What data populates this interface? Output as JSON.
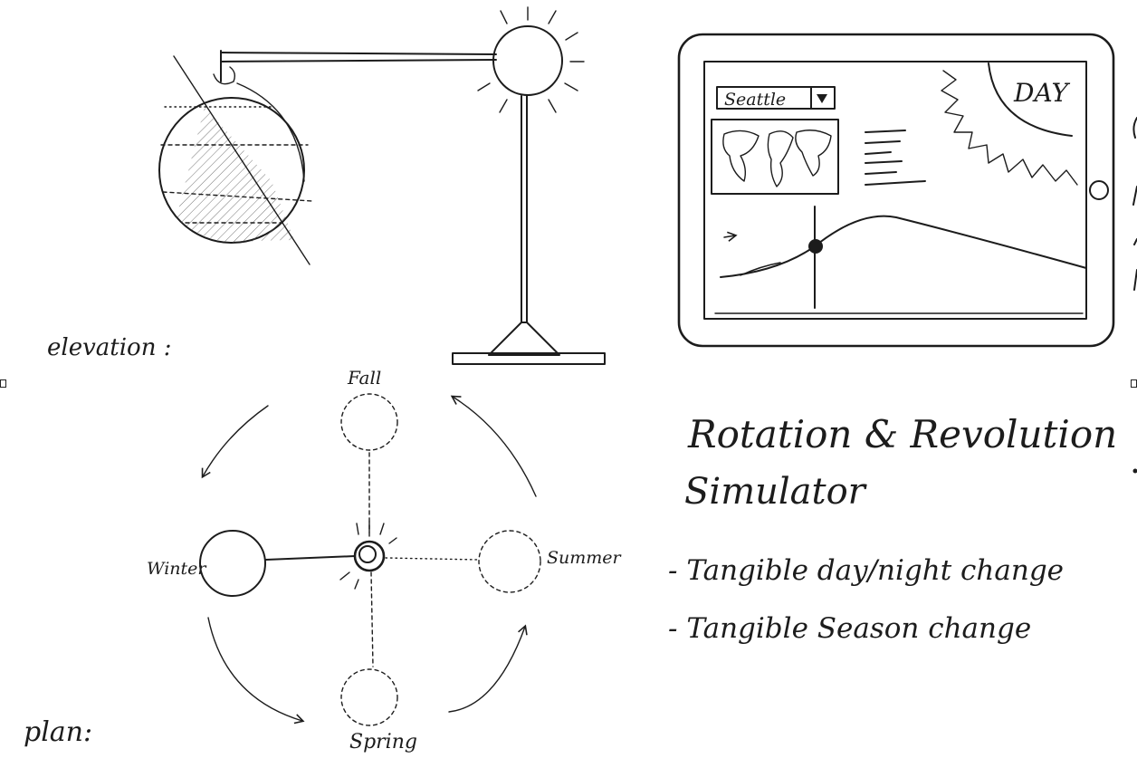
{
  "labels": {
    "elevation": "elevation :",
    "plan": "plan:",
    "fall": "Fall",
    "winter": "Winter",
    "summer": "Summer",
    "spring": "Spring"
  },
  "screen": {
    "dropdown": "Seattle",
    "day": "DAY"
  },
  "title": {
    "line1": "Rotation & Revolution",
    "line2": "Simulator"
  },
  "features": [
    "- Tangible day/night change",
    "- Tangible Season change"
  ]
}
